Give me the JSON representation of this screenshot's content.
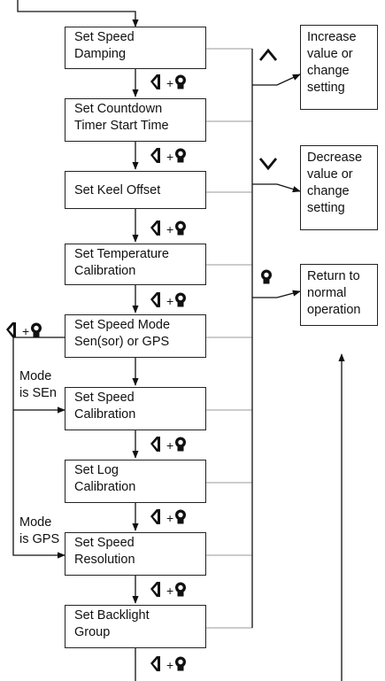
{
  "steps": [
    "Set Speed\nDamping",
    "Set Countdown\nTimer Start Time",
    "Set Keel Offset",
    "Set Temperature\nCalibration",
    "Set Speed Mode\nSen(sor) or GPS",
    "Set Speed\nCalibration",
    "Set Log\nCalibration",
    "Set Speed\nResolution",
    "Set Backlight\nGroup"
  ],
  "actions": {
    "increase": "Increase\nvalue or\nchange\nsetting",
    "decrease": "Decrease\nvalue or\nchange\nsetting",
    "return": "Return to\nnormal\noperation"
  },
  "branches": {
    "mode_sen": "Mode\nis SEn",
    "mode_gps": "Mode\nis GPS"
  },
  "icons": {
    "up": "up-key-icon",
    "down": "down-key-icon",
    "light": "light-key-icon",
    "combo": "back-plus-light-combo-icon"
  }
}
